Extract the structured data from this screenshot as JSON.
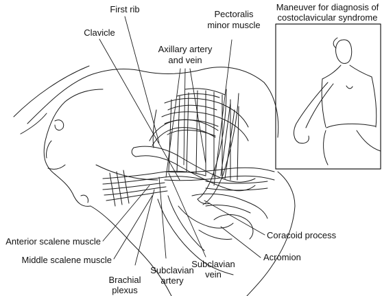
{
  "labels": {
    "first_rib": "First rib",
    "clavicle": "Clavicle",
    "pectoralis_line1": "Pectoralis",
    "pectoralis_line2": "minor muscle",
    "axillary_line1": "Axillary artery",
    "axillary_line2": "and vein",
    "coracoid": "Coracoid process",
    "acromion": "Acromion",
    "anterior_scalene": "Anterior scalene muscle",
    "middle_scalene": "Middle scalene muscle",
    "brachial_line1": "Brachial",
    "brachial_line2": "plexus",
    "subclavian_artery_line1": "Subclavian",
    "subclavian_artery_line2": "artery",
    "subclavian_vein_line1": "Subclavian",
    "subclavian_vein_line2": "vein"
  },
  "inset": {
    "title_line1": "Maneuver for diagnosis of",
    "title_line2": "costoclavicular syndrome"
  },
  "colors": {
    "line": "#1a1a1a",
    "background": "#ffffff"
  }
}
